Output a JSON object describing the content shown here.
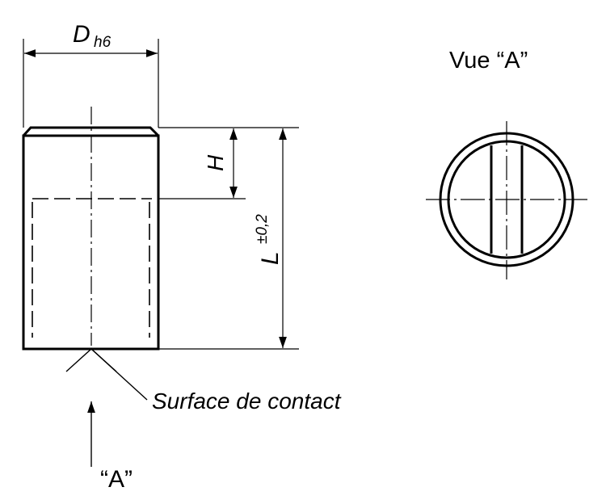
{
  "labels": {
    "diameter_symbol": "D",
    "diameter_tolerance": "h6",
    "height_symbol": "H",
    "length_symbol": "L",
    "length_tolerance": "±0,2",
    "contact_surface": "Surface de contact",
    "view_arrow_label": "“A”",
    "view_title": "Vue “A”"
  },
  "colors": {
    "line": "#000000",
    "background": "#ffffff"
  }
}
